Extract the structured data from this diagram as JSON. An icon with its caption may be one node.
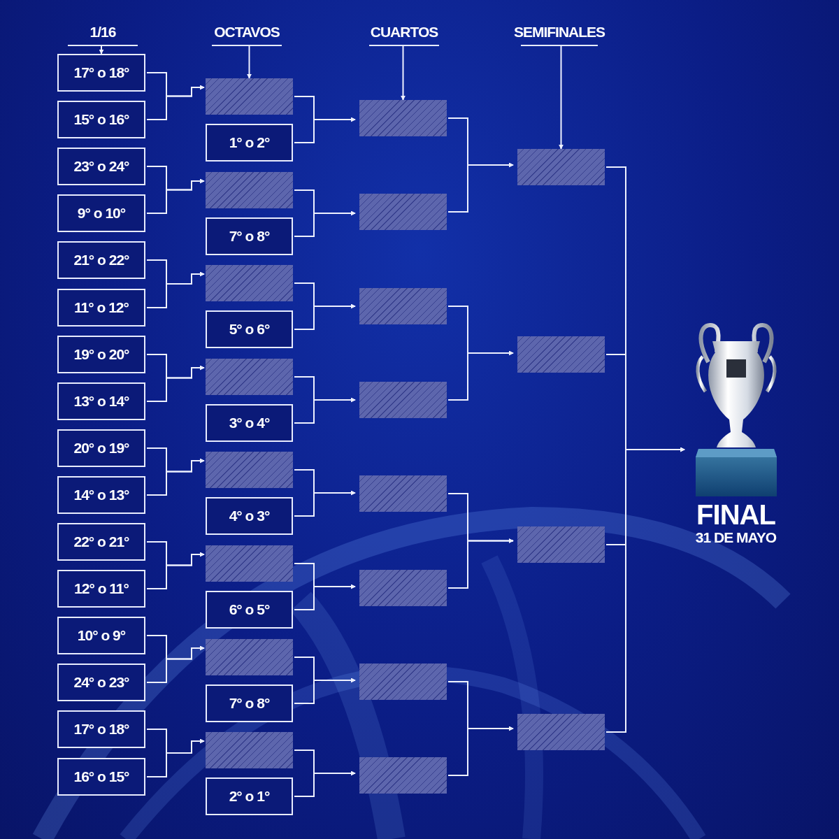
{
  "diagram": {
    "nodes": [
      {
        "text": [
          "1/16"
        ]
      },
      {
        "text": [
          "OCTAVOS"
        ]
      },
      {
        "text": [
          "CUARTOS"
        ]
      },
      {
        "text": [
          "SEMIFINALES"
        ]
      },
      {
        "text": [
          "17° o 18°"
        ]
      },
      {
        "text": [
          "15° o 16°"
        ]
      },
      {
        "text": [
          "23° o 24°"
        ]
      },
      {
        "text": [
          "9° o 10°"
        ]
      },
      {
        "text": [
          "21° o 22°"
        ]
      },
      {
        "text": [
          "11° o 12°"
        ]
      },
      {
        "text": [
          "19° o 20°"
        ]
      },
      {
        "text": [
          "13° o 14°"
        ]
      },
      {
        "text": [
          "20° o 19°"
        ]
      },
      {
        "text": [
          "14° o 13°"
        ]
      },
      {
        "text": [
          "22° o 21°"
        ]
      },
      {
        "text": [
          "12° o 11°"
        ]
      },
      {
        "text": [
          "10° o 9°"
        ]
      },
      {
        "text": [
          "24° o 23°"
        ]
      },
      {
        "text": [
          "17° o 18°"
        ]
      },
      {
        "text": [
          "16° o 15°"
        ]
      },
      {
        "text": [],
        "shape": "box"
      },
      {
        "text": [
          "1° o 2°"
        ]
      },
      {
        "text": [],
        "shape": "box"
      },
      {
        "text": [
          "7° o 8°"
        ]
      },
      {
        "text": [],
        "shape": "box"
      },
      {
        "text": [
          "5° o 6°"
        ]
      },
      {
        "text": [],
        "shape": "box"
      },
      {
        "text": [
          "3° o 4°"
        ]
      },
      {
        "text": [],
        "shape": "box"
      },
      {
        "text": [
          "4° o 3°"
        ]
      },
      {
        "text": [],
        "shape": "box"
      },
      {
        "text": [
          "6° o 5°"
        ]
      },
      {
        "text": [],
        "shape": "box"
      },
      {
        "text": [
          "7° o 8°"
        ]
      },
      {
        "text": [],
        "shape": "box"
      },
      {
        "text": [
          "2° o 1°"
        ]
      },
      {
        "text": [],
        "shape": "box"
      },
      {
        "text": [],
        "shape": "box"
      },
      {
        "text": [],
        "shape": "box"
      },
      {
        "text": [],
        "shape": "box"
      },
      {
        "text": [],
        "shape": "box"
      },
      {
        "text": [],
        "shape": "box"
      },
      {
        "text": [],
        "shape": "box"
      },
      {
        "text": [],
        "shape": "box"
      },
      {
        "text": [],
        "shape": "box"
      },
      {
        "text": [],
        "shape": "box"
      },
      {
        "text": [],
        "shape": "box"
      },
      {
        "text": [],
        "shape": "box"
      },
      {
        "text": [],
        "shape": "picture",
        "beside": [
          "FINAL",
          "31 DE MAYO"
        ]
      }
    ],
    "edges": [
      {
        "from": 0,
        "to": 4,
        "arrow": "to"
      },
      {
        "from": 1,
        "to": 20,
        "arrow": "to"
      },
      {
        "from": 2,
        "to": 36,
        "arrow": "to"
      },
      {
        "from": 3,
        "to": 44,
        "arrow": "to"
      },
      {
        "from": 4,
        "to": 20,
        "arrow": "to"
      },
      {
        "from": 5,
        "to": 20,
        "arrow": "to"
      },
      {
        "from": 6,
        "to": 22,
        "arrow": "to"
      },
      {
        "from": 7,
        "to": 22,
        "arrow": "to"
      },
      {
        "from": 8,
        "to": 24,
        "arrow": "to"
      },
      {
        "from": 9,
        "to": 24,
        "arrow": "to"
      },
      {
        "from": 10,
        "to": 26,
        "arrow": "to"
      },
      {
        "from": 11,
        "to": 26,
        "arrow": "to"
      },
      {
        "from": 12,
        "to": 28,
        "arrow": "to"
      },
      {
        "from": 13,
        "to": 28,
        "arrow": "to"
      },
      {
        "from": 14,
        "to": 30,
        "arrow": "to"
      },
      {
        "from": 15,
        "to": 30,
        "arrow": "to"
      },
      {
        "from": 16,
        "to": 32,
        "arrow": "to"
      },
      {
        "from": 17,
        "to": 32,
        "arrow": "to"
      },
      {
        "from": 18,
        "to": 34,
        "arrow": "to"
      },
      {
        "from": 19,
        "to": 34,
        "arrow": "to"
      },
      {
        "from": 20,
        "to": 36,
        "arrow": "to"
      },
      {
        "from": 21,
        "to": 36,
        "arrow": "to"
      },
      {
        "from": 22,
        "to": 37,
        "arrow": "to"
      },
      {
        "from": 23,
        "to": 37,
        "arrow": "to"
      },
      {
        "from": 24,
        "to": 38,
        "arrow": "to"
      },
      {
        "from": 25,
        "to": 38,
        "arrow": "to"
      },
      {
        "from": 26,
        "to": 39,
        "arrow": "to"
      },
      {
        "from": 27,
        "to": 39,
        "arrow": "to"
      },
      {
        "from": 28,
        "to": 40,
        "arrow": "to"
      },
      {
        "from": 29,
        "to": 40,
        "arrow": "to"
      },
      {
        "from": 30,
        "to": 41,
        "arrow": "to"
      },
      {
        "from": 31,
        "to": 41,
        "arrow": "to"
      },
      {
        "from": 32,
        "to": 42,
        "arrow": "to"
      },
      {
        "from": 33,
        "to": 42,
        "arrow": "to"
      },
      {
        "from": 34,
        "to": 43,
        "arrow": "to"
      },
      {
        "from": 35,
        "to": 43,
        "arrow": "to"
      },
      {
        "from": 36,
        "to": 44,
        "arrow": "to"
      },
      {
        "from": 37,
        "to": 44,
        "arrow": "to"
      },
      {
        "from": 38,
        "to": 45,
        "arrow": "to"
      },
      {
        "from": 39,
        "to": 45,
        "arrow": "to"
      },
      {
        "from": 40,
        "to": 46,
        "arrow": "to"
      },
      {
        "from": 41,
        "to": 46,
        "arrow": "to"
      },
      {
        "from": 42,
        "to": 47,
        "arrow": "to"
      },
      {
        "from": 43,
        "to": 47,
        "arrow": "to"
      },
      {
        "from": 44,
        "to": 48,
        "arrow": "to"
      },
      {
        "from": 45,
        "to": 48,
        "arrow": "to"
      },
      {
        "from": 46,
        "to": 48,
        "arrow": "to"
      },
      {
        "from": 47,
        "to": 48,
        "arrow": "to"
      }
    ]
  }
}
